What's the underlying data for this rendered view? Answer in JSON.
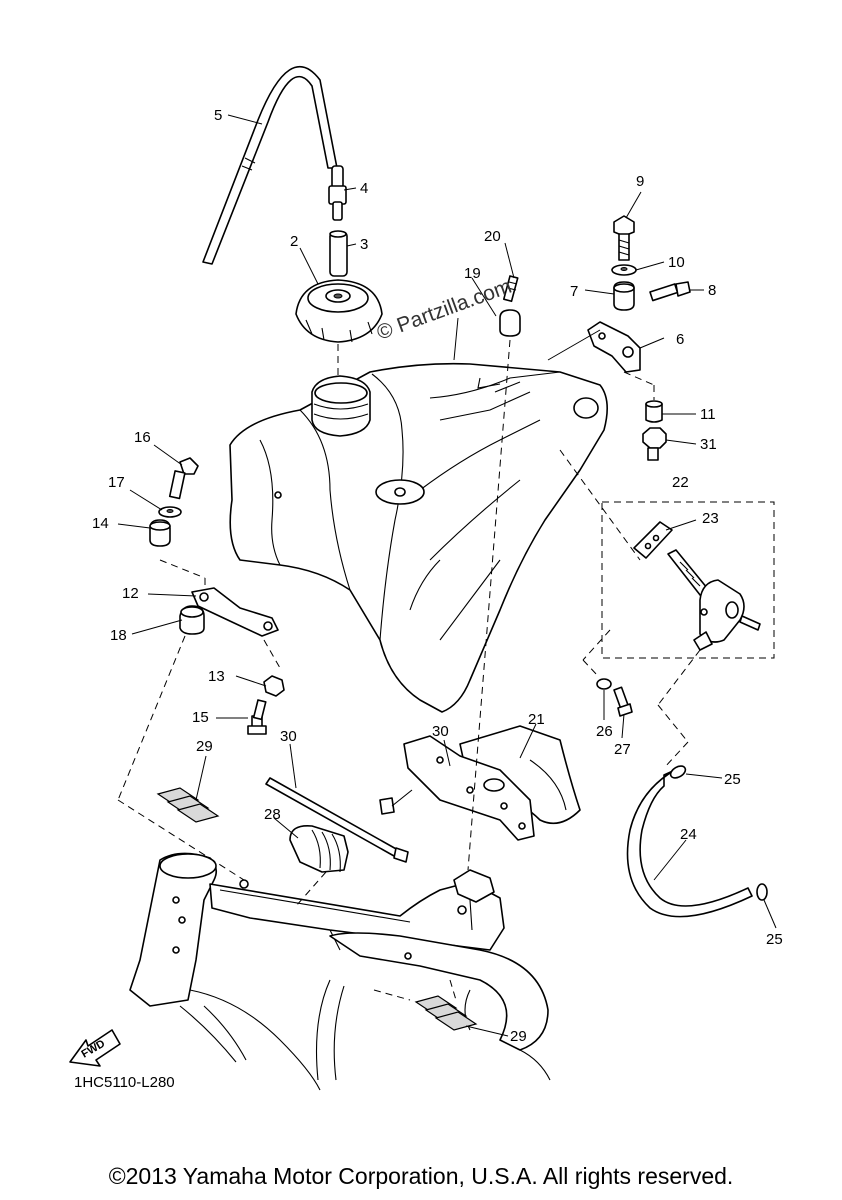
{
  "watermark": "© Partzilla.com",
  "diagram_code": "1HC5110-L280",
  "fwd_label": "FWD",
  "copyright": "©2013 Yamaha Motor Corporation, U.S.A. All rights reserved.",
  "callouts": [
    "2",
    "3",
    "4",
    "5",
    "6",
    "7",
    "8",
    "9",
    "10",
    "11",
    "12",
    "13",
    "14",
    "15",
    "16",
    "17",
    "18",
    "19",
    "20",
    "21",
    "22",
    "23",
    "24",
    "25",
    "25",
    "26",
    "27",
    "28",
    "29",
    "29",
    "30",
    "30",
    "31"
  ]
}
